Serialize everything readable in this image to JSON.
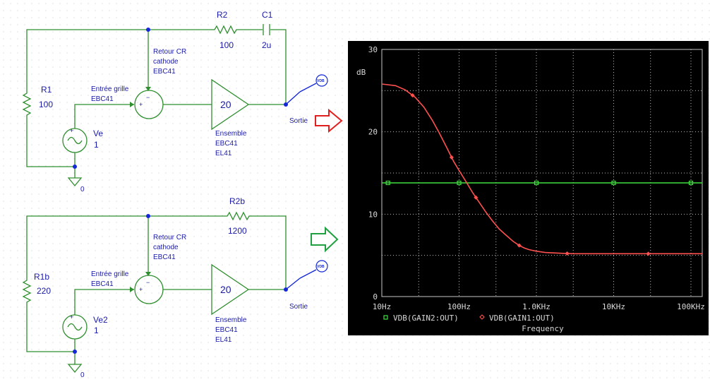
{
  "circuit1": {
    "r1_name": "R1",
    "r1_value": "100",
    "r2_name": "R2",
    "r2_value": "100",
    "c1_name": "C1",
    "c1_value": "2u",
    "source_name": "Ve",
    "source_value": "1",
    "feedback_label": [
      "Retour CR",
      "cathode",
      "EBC41"
    ],
    "input_label": [
      "Entrée grille",
      "EBC41"
    ],
    "amp_gain": "20",
    "amp_label": [
      "Ensemble",
      "EBC41",
      "EL41"
    ],
    "output_label": "Sortie",
    "ground_label": "0",
    "vdb_marker": "VDB"
  },
  "circuit2": {
    "r1_name": "R1b",
    "r1_value": "220",
    "r2_name": "R2b",
    "r2_value": "1200",
    "source_name": "Ve2",
    "source_value": "1",
    "feedback_label": [
      "Retour CR",
      "cathode",
      "EBC41"
    ],
    "input_label": [
      "Entrée grille",
      "EBC41"
    ],
    "amp_gain": "20",
    "amp_label": [
      "Ensemble",
      "EBC41",
      "EL41"
    ],
    "output_label": "Sortie",
    "ground_label": "0",
    "vdb_marker": "VDB"
  },
  "arrows": {
    "top_color": "#e02020",
    "bottom_color": "#20a040"
  },
  "chart_data": {
    "type": "line",
    "xlabel": "Frequency",
    "ylabel": "dB",
    "x_scale": "log",
    "xlim": [
      10,
      140000
    ],
    "ylim": [
      0,
      30
    ],
    "x_ticks": [
      10,
      100,
      1000,
      10000,
      100000
    ],
    "x_tick_labels": [
      "10Hz",
      "100Hz",
      "1.0KHz",
      "10KHz",
      "100KHz"
    ],
    "y_ticks": [
      0,
      10,
      20,
      30
    ],
    "y_tick_labels": [
      "0",
      "10",
      "20",
      "30"
    ],
    "grid": true,
    "legend_position": "bottom",
    "series": [
      {
        "name": "VDB(GAIN2:OUT)",
        "color": "#40e040",
        "marker": "square",
        "x": [
          10,
          30,
          100,
          300,
          1000,
          3000,
          10000,
          30000,
          100000,
          140000
        ],
        "y": [
          13.8,
          13.8,
          13.8,
          13.8,
          13.8,
          13.8,
          13.8,
          13.8,
          13.8,
          13.8
        ]
      },
      {
        "name": "VDB(GAIN1:OUT)",
        "color": "#ff5050",
        "marker": "diamond",
        "x": [
          10,
          15,
          20,
          27,
          35,
          45,
          55,
          70,
          85,
          100,
          120,
          150,
          180,
          220,
          270,
          330,
          400,
          500,
          600,
          700,
          800,
          1000,
          1300,
          1700,
          2200,
          3000,
          5000,
          10000,
          30000,
          100000,
          140000
        ],
        "y": [
          25.8,
          25.6,
          25.1,
          24.2,
          23.0,
          21.4,
          19.9,
          18.0,
          16.4,
          15.3,
          14.1,
          12.6,
          11.5,
          10.3,
          9.2,
          8.2,
          7.5,
          6.7,
          6.2,
          5.9,
          5.7,
          5.5,
          5.35,
          5.3,
          5.25,
          5.2,
          5.2,
          5.2,
          5.2,
          5.2,
          5.2
        ]
      }
    ]
  }
}
